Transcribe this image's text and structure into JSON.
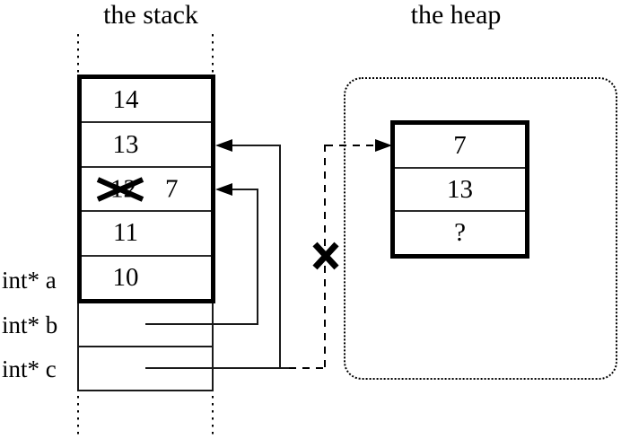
{
  "stack": {
    "title": "the stack",
    "cells": [
      "14",
      "13",
      "12",
      "11",
      "10"
    ],
    "overwritten_cell": {
      "old_value": "12",
      "new_value": "7",
      "crossed_out": true
    }
  },
  "heap": {
    "title": "the heap",
    "cells": [
      "7",
      "13",
      "?"
    ]
  },
  "pointer_labels": {
    "a": "int* a",
    "b": "int* b",
    "c": "int* c"
  },
  "colors": {
    "ink": "#000000",
    "background": "#ffffff"
  }
}
